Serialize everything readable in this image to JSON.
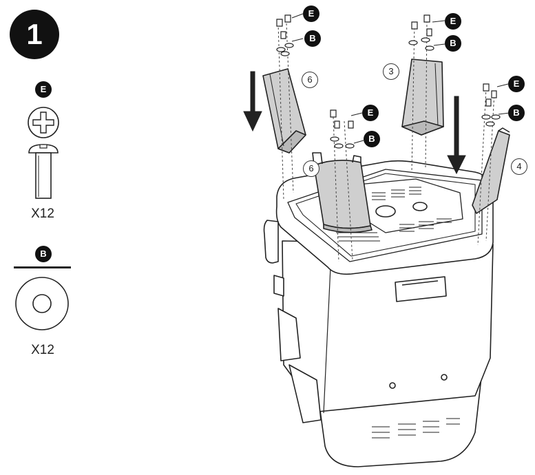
{
  "step": {
    "number": "1"
  },
  "legend": {
    "screw": {
      "letter": "E",
      "quantity": "X12"
    },
    "washer": {
      "letter": "B",
      "quantity": "X12"
    }
  },
  "fastener_labels": {
    "screw_letter": "E",
    "washer_letter": "B"
  },
  "panel_callouts": [
    "6",
    "3",
    "6",
    "4"
  ],
  "colors": {
    "ink": "#111111",
    "panel_fill": "#cfcfcf",
    "body_fill": "#ffffff"
  }
}
